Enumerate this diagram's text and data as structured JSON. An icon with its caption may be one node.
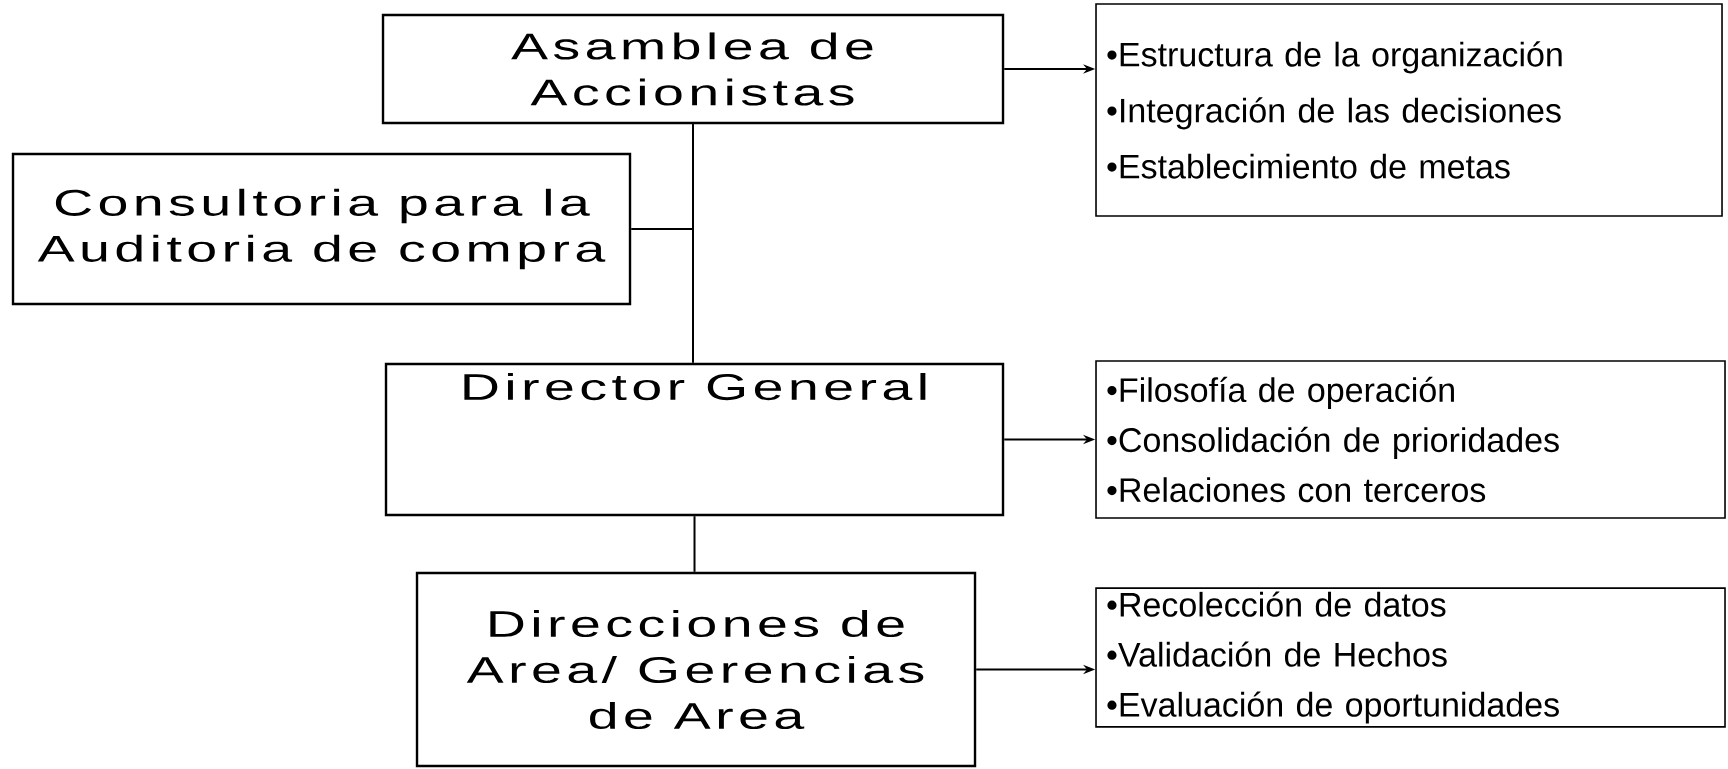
{
  "diagram": {
    "nodes": [
      {
        "text": [
          "Asamblea de Accionistas"
        ]
      },
      {
        "text": [
          "•Estructura de la organización",
          "•Integración de las decisiones",
          "•Establecimiento de metas"
        ]
      },
      {
        "text": [
          "Consultoria para la Auditoria de compra"
        ]
      },
      {
        "text": [
          "Director General"
        ]
      },
      {
        "text": [
          "•Filosofía de operación",
          "•Consolidación de prioridades",
          "•Relaciones con terceros"
        ]
      },
      {
        "text": [
          "Direcciones de Area/ Gerencias de Area"
        ]
      },
      {
        "text": [
          "•Recolección de datos",
          "•Validación de Hechos",
          "•Evaluación de oportunidades"
        ]
      }
    ],
    "edges": [
      {
        "from": 0,
        "to": 1,
        "arrow": "to"
      },
      {
        "from": 2,
        "to": 0,
        "arrow": "none"
      },
      {
        "from": 0,
        "to": 3,
        "arrow": "none"
      },
      {
        "from": 3,
        "to": 4,
        "arrow": "to"
      },
      {
        "from": 3,
        "to": 5,
        "arrow": "none"
      },
      {
        "from": 5,
        "to": 6,
        "arrow": "to"
      }
    ]
  }
}
